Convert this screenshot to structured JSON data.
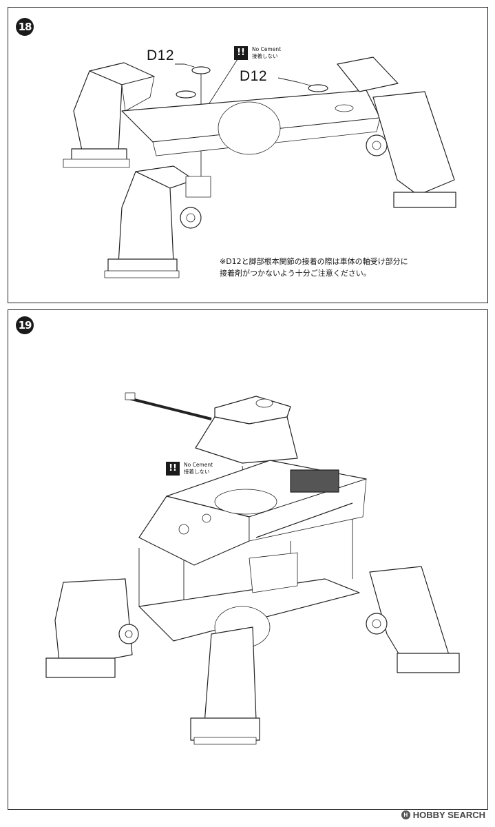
{
  "steps": [
    {
      "number": "18",
      "part_labels": [
        "D12",
        "D12"
      ],
      "no_cement": {
        "icon": "!!",
        "en": "No Cement",
        "ja": "接着しない"
      },
      "note_lines": [
        "※D12と脚部根本関節の接着の際は車体の軸受け部分に",
        "接着剤がつかないよう十分ご注意ください。"
      ]
    },
    {
      "number": "19",
      "no_cement": {
        "icon": "!!",
        "en": "No Cement",
        "ja": "接着しない"
      }
    }
  ],
  "watermark": {
    "logo": "H",
    "text": "HOBBY SEARCH"
  },
  "icons": {
    "warning": "double-exclamation-icon",
    "step": "step-number-badge"
  }
}
